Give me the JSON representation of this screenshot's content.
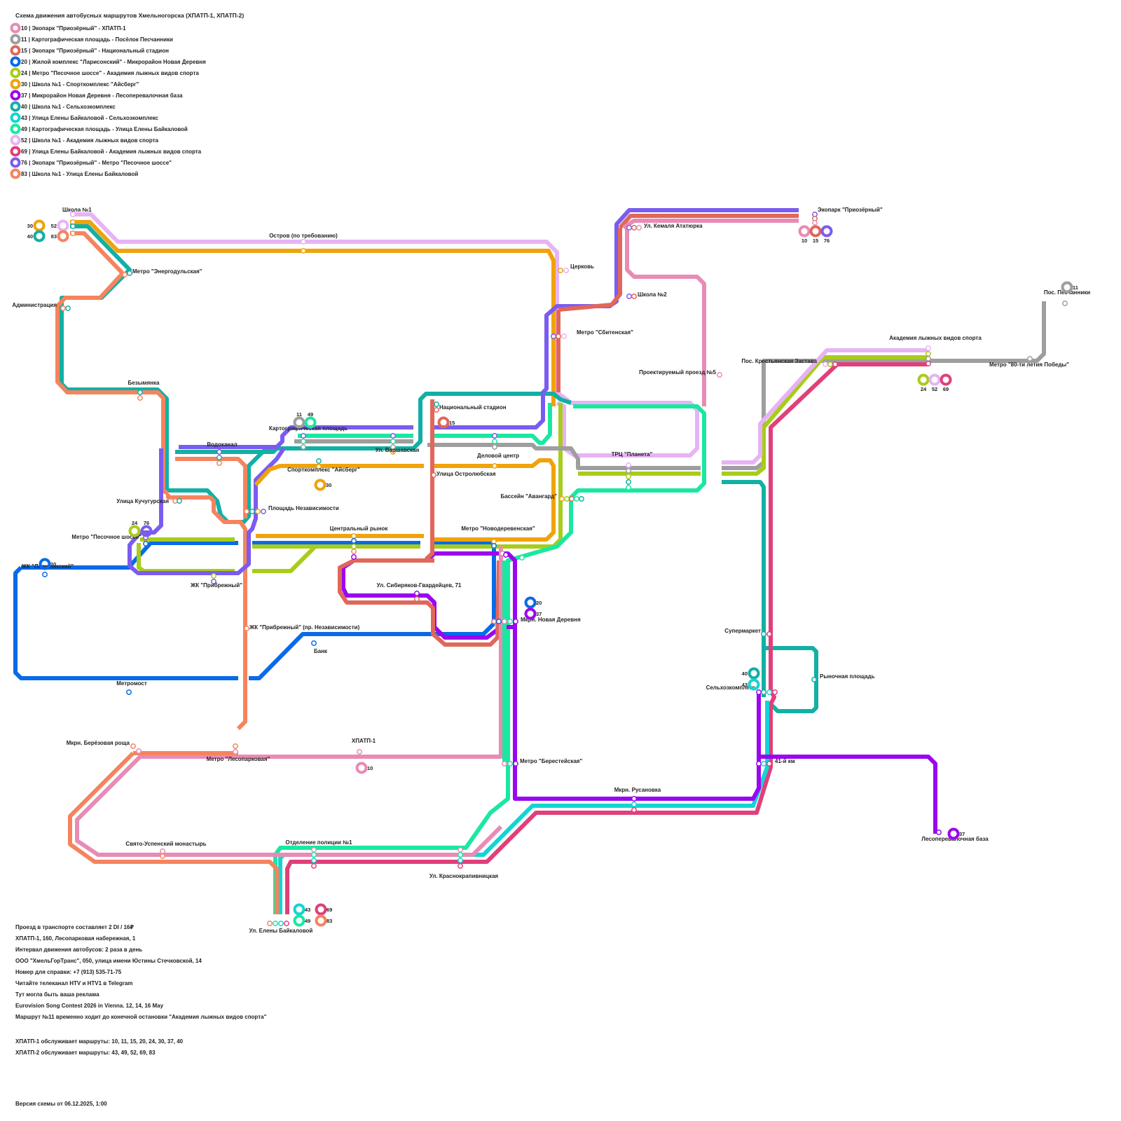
{
  "title": "Схема движения автобусных маршрутов Хмельногорска (ХПАТП-1, ХПАТП-2)",
  "routes": [
    {
      "id": "10",
      "color": "#e88bb5",
      "legend": "Экопарк \"Приозёрный\" - ХПАТП-1"
    },
    {
      "id": "11",
      "color": "#9e9e9e",
      "legend": "Картографическая площадь - Посёлок Песчанники"
    },
    {
      "id": "15",
      "color": "#e0675a",
      "legend": "Экопарк \"Приозёрный\" - Национальный стадион"
    },
    {
      "id": "20",
      "color": "#0a6ae8",
      "legend": "Жилой комплекс \"Ларисонский\" - Микрорайон Новая Деревня"
    },
    {
      "id": "24",
      "color": "#a8cc1a",
      "legend": "Метро \"Песочное шоссе\" - Академия лыжных видов спорта"
    },
    {
      "id": "30",
      "color": "#f0a30a",
      "legend": "Школа №1 - Спорткомплекс \"Айсберг\""
    },
    {
      "id": "37",
      "color": "#9a06f0",
      "legend": "Микрорайон Новая Деревня - Лесоперевалочная база"
    },
    {
      "id": "40",
      "color": "#12b0a4",
      "legend": "Школа №1 - Сельхозкомплекс"
    },
    {
      "id": "43",
      "color": "#14d4d4",
      "legend": "Улица Елены Байкаловой - Сельхозкомплекс"
    },
    {
      "id": "49",
      "color": "#1ae8a0",
      "legend": "Картографическая площадь - Улица Елены Байкаловой"
    },
    {
      "id": "52",
      "color": "#e7b3f5",
      "legend": "Школа №1 - Академия лыжных видов спорта"
    },
    {
      "id": "69",
      "color": "#e0407a",
      "legend": "Улица Елены Байкаловой - Академия лыжных видов спорта"
    },
    {
      "id": "76",
      "color": "#7a5cf0",
      "legend": "Экопарк \"Приозёрный\" - Метро \"Песочное шоссе\""
    },
    {
      "id": "83",
      "color": "#f5845e",
      "legend": "Школа №1 - Улица Елены Байкаловой"
    }
  ],
  "stations": [
    {
      "name": "Школа №1"
    },
    {
      "name": "Остров (по требованию)"
    },
    {
      "name": "Метро \"Энергодульская\""
    },
    {
      "name": "Администрация"
    },
    {
      "name": "Церковь"
    },
    {
      "name": "Метро \"Сбитенская\""
    },
    {
      "name": "Экопарк \"Приозёрный\""
    },
    {
      "name": "Ул. Кемаля Ататюрка"
    },
    {
      "name": "Школа №2"
    },
    {
      "name": "Пос. Песчанники"
    },
    {
      "name": "Академия лыжных видов спорта"
    },
    {
      "name": "Пос. Крестьянская Застава"
    },
    {
      "name": "Метро \"80-ти летия Победы\""
    },
    {
      "name": "Проектируемый проезд №5"
    },
    {
      "name": "Безымянка"
    },
    {
      "name": "Картографическая площадь"
    },
    {
      "name": "Национальный стадион"
    },
    {
      "name": "Водоканал"
    },
    {
      "name": "Ул. Варшавская"
    },
    {
      "name": "Деловой центр"
    },
    {
      "name": "ТРЦ \"Планета\""
    },
    {
      "name": "Спорткомплекс \"Айсберг\""
    },
    {
      "name": "Улица Остролюбская"
    },
    {
      "name": "Бассейн \"Авангард\""
    },
    {
      "name": "Улица Кучугурская"
    },
    {
      "name": "Площадь Независимости"
    },
    {
      "name": "Метро \"Песочное шоссе\""
    },
    {
      "name": "Центральный рынок"
    },
    {
      "name": "Метро \"Новодеревенская\""
    },
    {
      "name": "ЖК \"Ларисонский\""
    },
    {
      "name": "ЖК \"Прибрежный\""
    },
    {
      "name": "Ул. Сибиряков-Гвардейцев, 71"
    },
    {
      "name": "Мкрн. Новая Деревня"
    },
    {
      "name": "ЖК \"Прибрежный\" (пр. Независимости)"
    },
    {
      "name": "Супермаркет"
    },
    {
      "name": "Банк"
    },
    {
      "name": "Рыночная площадь"
    },
    {
      "name": "Сельхозкомплекс"
    },
    {
      "name": "Метромост"
    },
    {
      "name": "Мкрн. Берёзовая роща"
    },
    {
      "name": "ХПАТП-1"
    },
    {
      "name": "Метро \"Лесопарковая\""
    },
    {
      "name": "Метро \"Берестейская\""
    },
    {
      "name": "41-й км"
    },
    {
      "name": "Мкрн. Русановка"
    },
    {
      "name": "Свято-Успенский монастырь"
    },
    {
      "name": "Отделение полиции №1"
    },
    {
      "name": "Лесоперевалочная база"
    },
    {
      "name": "Ул. Краснокрапивницкая"
    },
    {
      "name": "Ул. Елены Байкаловой"
    }
  ],
  "notes": [
    "Проезд в транспорте составляет 2 DI / 16₽",
    "ХПАТП-1, 160, Лесопарковая набережная, 1",
    "Интервал движения автобусов: 2 раза в день",
    "ООО \"ХмельГорТранс\", 050, улица имени Юстины Стечковской, 14",
    "Номер для справки: +7 (913) 535-71-75",
    "Читайте телеканал HTV и HTV1 в Telegram",
    "Тут могла быть ваша реклама",
    "Eurovision Song Contest 2026 in Vienna. 12, 14, 16 May",
    "Маршрут №11 временно ходит до конечной остановки \"Академия лыжных видов спорта\""
  ],
  "depots": [
    "ХПАТП-1 обслуживает маршруты: 10, 11, 15, 20, 24, 30, 37, 40",
    "ХПАТП-2 обслуживает маршруты: 43, 49, 52, 69, 83"
  ],
  "version": "Версия схемы от 06.12.2025, 1:00"
}
